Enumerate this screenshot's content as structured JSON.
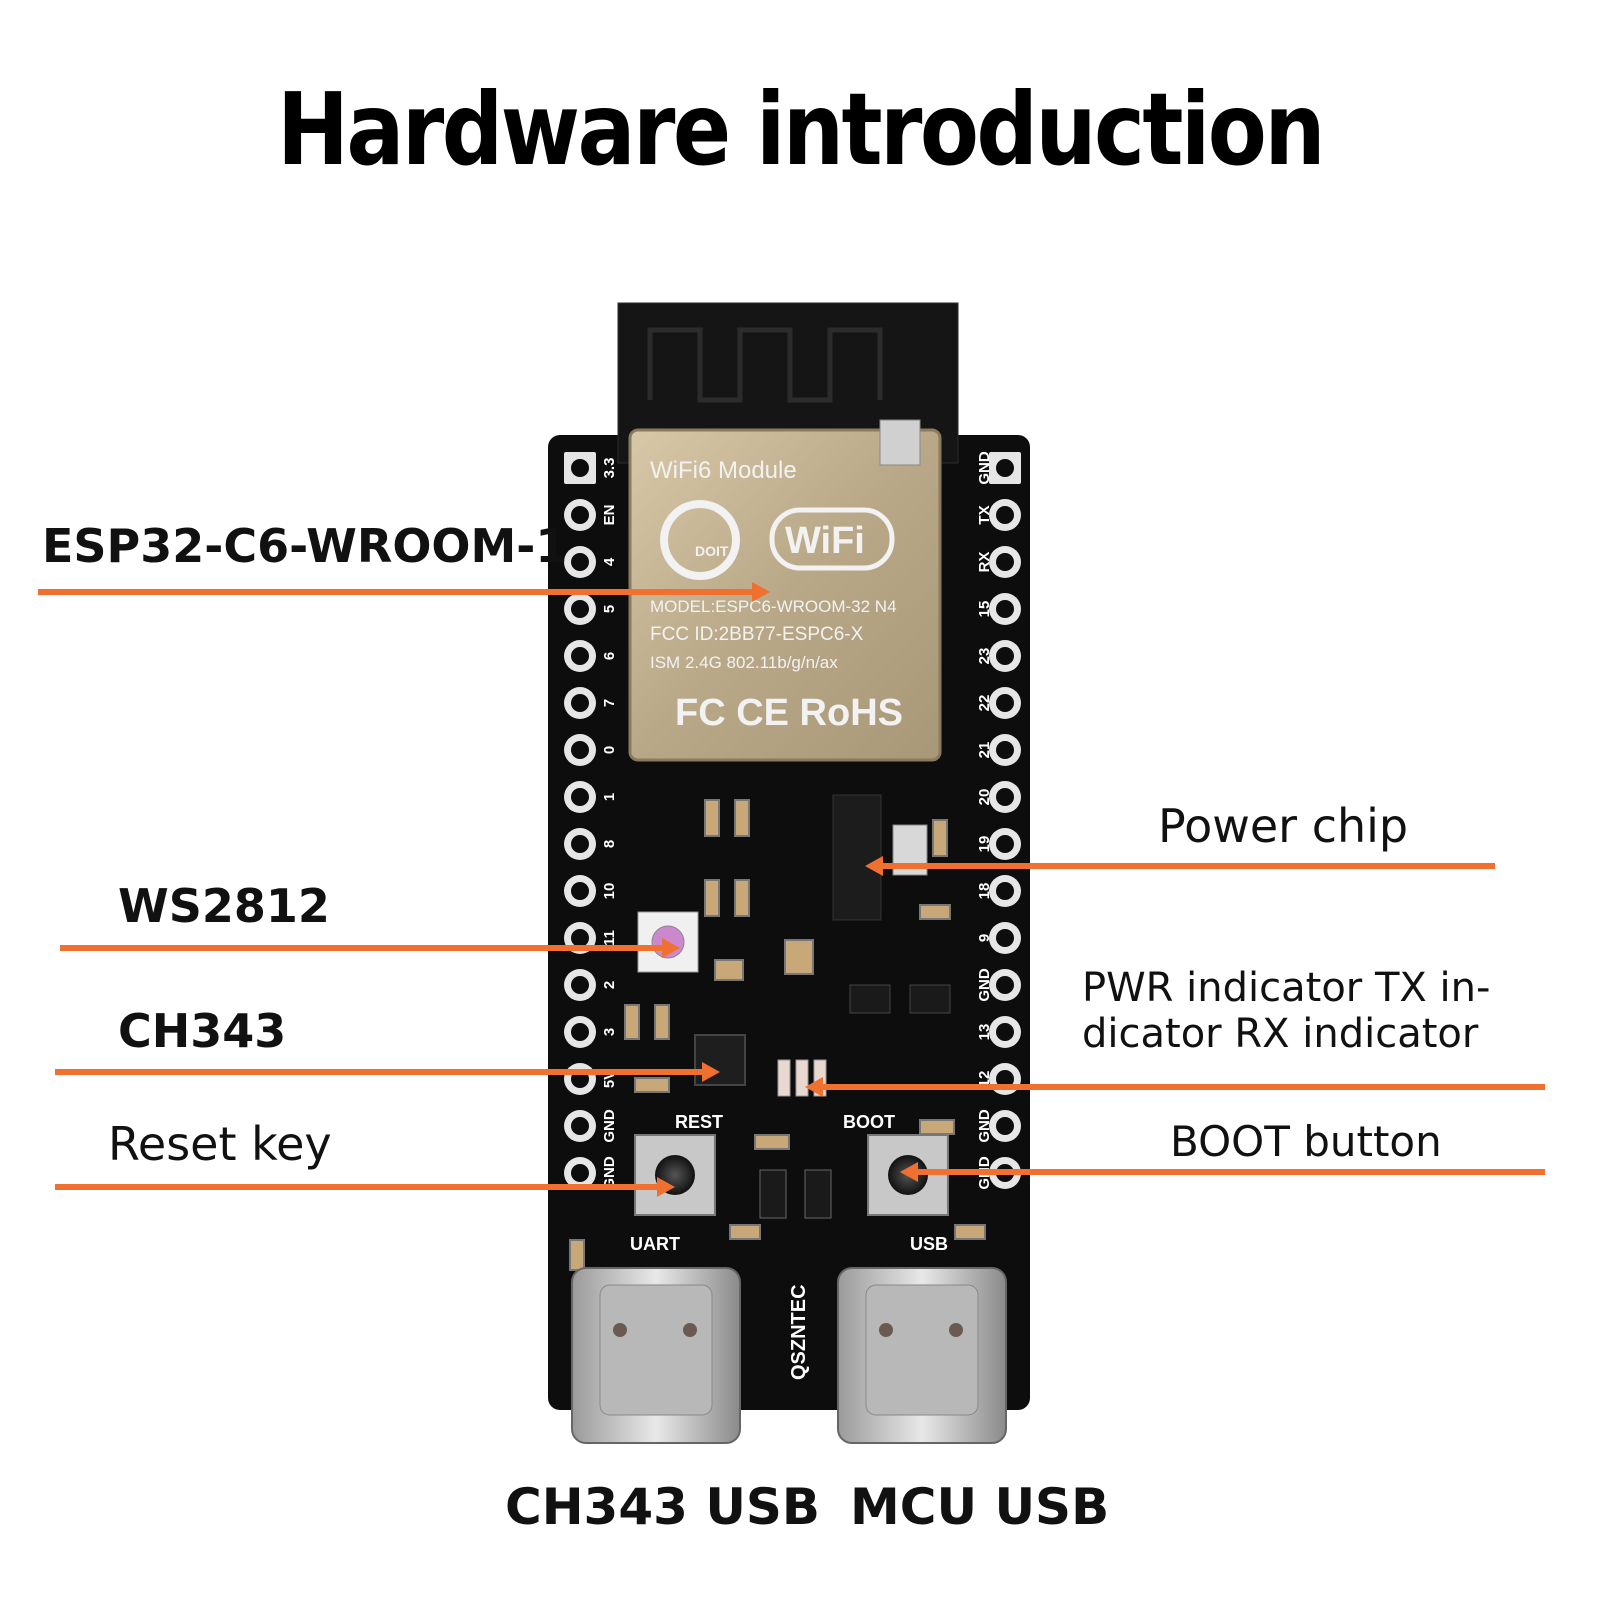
{
  "title": "Hardware introduction",
  "callouts": {
    "module": "ESP32-C6-WROOM-1",
    "power": "Power chip",
    "ws2812": "WS2812",
    "indicators": [
      "PWR indicator TX in-",
      "dicator RX indicator"
    ],
    "ch343": "CH343",
    "reset": "Reset key",
    "boot": "BOOT button"
  },
  "bottom_labels": {
    "left": "CH343 USB",
    "right": "MCU USB"
  },
  "board": {
    "module_title": "WiFi6 Module",
    "brand": "DOIT",
    "wifi_logo": "WiFi",
    "model": "MODEL:ESPC6-WROOM-32  N4",
    "fcc": "FCC ID:2BB77-ESPC6-X",
    "ism": "ISM 2.4G 802.11b/g/n/ax",
    "certs": "FC CE RoHS",
    "silk_rest": "REST",
    "silk_boot": "BOOT",
    "silk_uart": "UART",
    "silk_usb": "USB",
    "silk_brand": "QSZNTEC",
    "left_pins": [
      "3.3",
      "EN",
      "4",
      "5",
      "6",
      "7",
      "0",
      "1",
      "8",
      "10",
      "11",
      "2",
      "3",
      "5V",
      "GND",
      "GND"
    ],
    "right_pins": [
      "GND",
      "TX",
      "RX",
      "15",
      "23",
      "22",
      "21",
      "20",
      "19",
      "18",
      "9",
      "GND",
      "13",
      "12",
      "GND",
      "GND"
    ]
  },
  "colors": {
    "arrow": "#f07030",
    "pcb": "#0d0d0d",
    "module_shield": "#c8b89a"
  }
}
